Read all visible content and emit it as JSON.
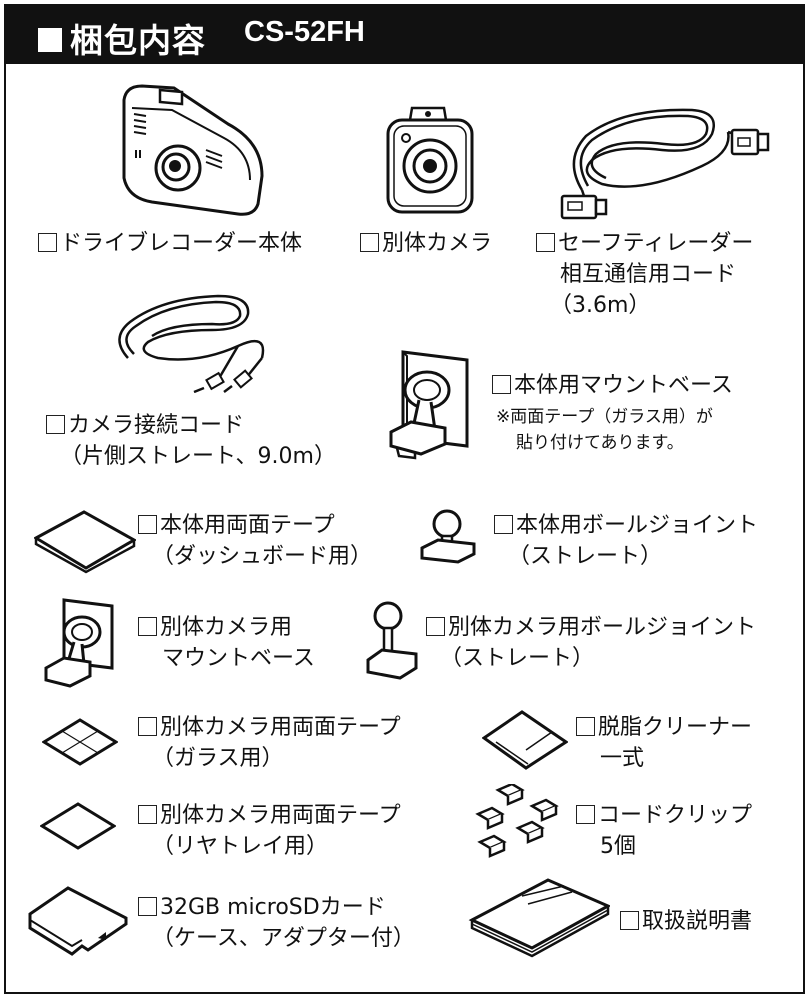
{
  "header": {
    "title": "梱包内容",
    "model": "CS-52FH"
  },
  "items": {
    "main_unit": {
      "line1": "ドライブレコーダー本体"
    },
    "rear_camera": {
      "line1": "別体カメラ"
    },
    "safety_radar_cord": {
      "line1": "セーフティレーダー",
      "line2": "相互通信用コード",
      "line3": "（3.6m）"
    },
    "camera_cord": {
      "line1": "カメラ接続コード",
      "line2": "（片側ストレート、9.0m）"
    },
    "main_mount_base": {
      "line1": "本体用マウントベース",
      "note1": "※両面テープ（ガラス用）が",
      "note2": "貼り付けてあります。"
    },
    "main_tape": {
      "line1": "本体用両面テープ",
      "line2": "（ダッシュボード用）"
    },
    "main_ball_joint": {
      "line1": "本体用ボールジョイント",
      "line2": "（ストレート）"
    },
    "cam_mount_base": {
      "line1": "別体カメラ用",
      "line2": "マウントベース"
    },
    "cam_ball_joint": {
      "line1": "別体カメラ用ボールジョイント",
      "line2": "（ストレート）"
    },
    "cam_tape_glass": {
      "line1": "別体カメラ用両面テープ",
      "line2": "（ガラス用）"
    },
    "degreaser": {
      "line1": "脱脂クリーナー",
      "line2": "一式"
    },
    "cam_tape_rear": {
      "line1": "別体カメラ用両面テープ",
      "line2": "（リヤトレイ用）"
    },
    "cord_clips": {
      "line1": "コードクリップ",
      "line2": "5個"
    },
    "sd_card": {
      "line1": "32GB microSDカード",
      "line2": "（ケース、アダプター付）"
    },
    "manual": {
      "line1": "取扱説明書"
    }
  }
}
